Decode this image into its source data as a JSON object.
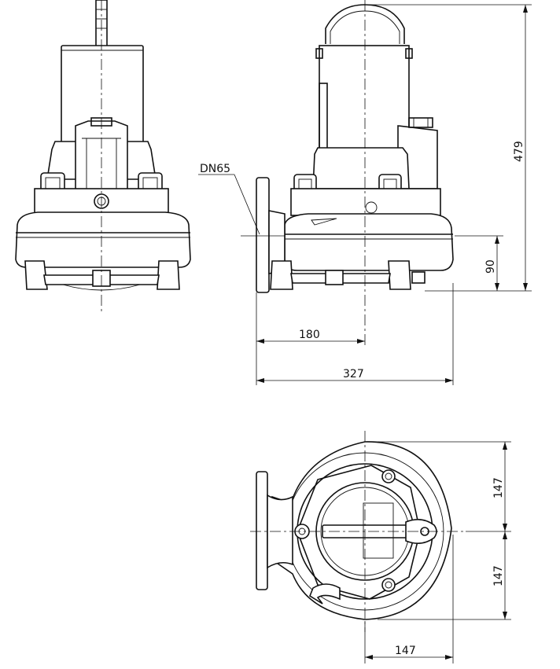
{
  "labels": {
    "outlet_size": "DN65",
    "dim_total_height": "479",
    "dim_outlet_height": "90",
    "dim_outlet_to_center": "180",
    "dim_total_width": "327",
    "dim_top_half_upper": "147",
    "dim_top_half_lower": "147",
    "dim_top_radius": "147"
  }
}
